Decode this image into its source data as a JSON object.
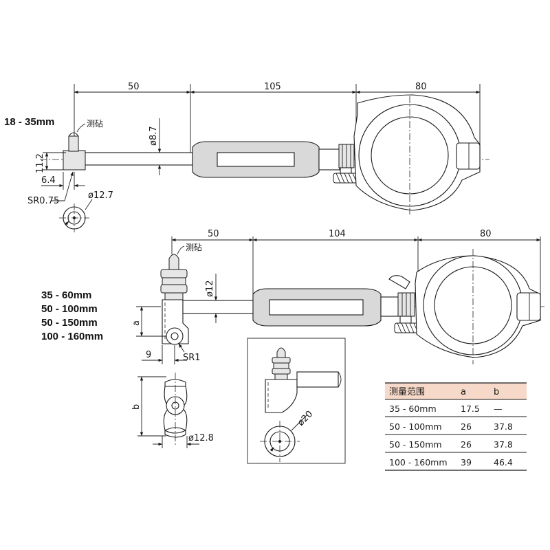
{
  "upper": {
    "range_label": "18 - 35mm",
    "anvil_label": "测砧",
    "dim_50": "50",
    "dim_105": "105",
    "dim_80": "80",
    "dim_dia87": "ø8.7",
    "dim_112": "11.2",
    "dim_64": "6.4",
    "dim_sr075": "SR0.75",
    "dim_dia127": "ø12.7"
  },
  "lower": {
    "range_labels": [
      "35 - 60mm",
      "50 - 100mm",
      "50 - 150mm",
      "100 - 160mm"
    ],
    "anvil_label": "测砧",
    "dim_50": "50",
    "dim_104": "104",
    "dim_80": "80",
    "dim_dia12": "ø12",
    "dim_a": "a",
    "dim_9": "9",
    "dim_sr1": "SR1",
    "dim_b": "b",
    "dim_dia128": "ø12.8",
    "dim_dia20": "ø20"
  },
  "table": {
    "headers": [
      "测量范围",
      "a",
      "b"
    ],
    "rows": [
      [
        "35 - 60mm",
        "17.5",
        "—"
      ],
      [
        "50 - 100mm",
        "26",
        "37.8"
      ],
      [
        "50 - 150mm",
        "26",
        "37.8"
      ],
      [
        "100 - 160mm",
        "39",
        "46.4"
      ]
    ]
  },
  "colors": {
    "table_header_bg": "#f6d9c8",
    "grip_fill": "#d9d9d9",
    "line": "#1a1a1a"
  }
}
